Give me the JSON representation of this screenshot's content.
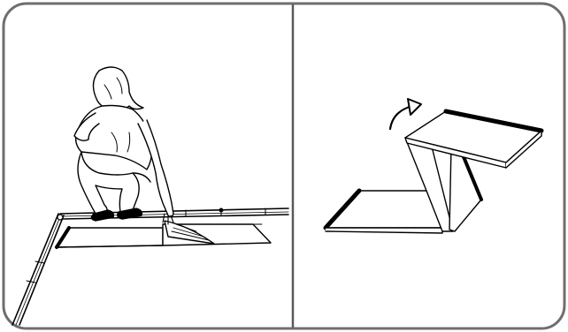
{
  "figure": {
    "panels": [
      {
        "id": "left",
        "depicts": "person-crouching-folding-mat"
      },
      {
        "id": "right",
        "depicts": "zigzag-folded-mat-with-arrow"
      }
    ],
    "colors": {
      "frame": "#6e6e6e",
      "divider": "#5a5a5a",
      "line": "#000000",
      "background": "#ffffff"
    },
    "icons": [
      "curved-arrow-icon"
    ]
  }
}
